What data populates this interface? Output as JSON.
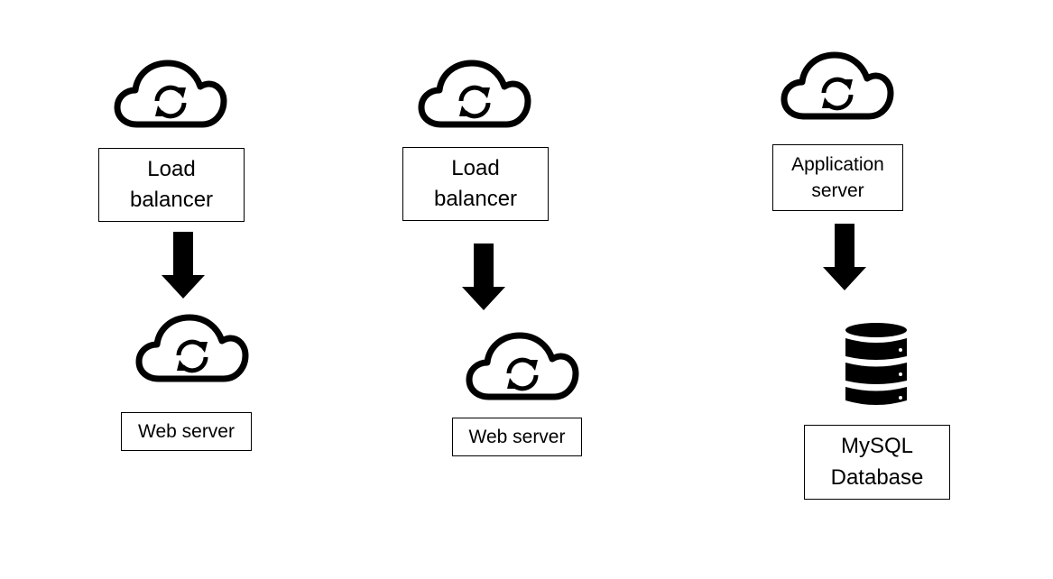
{
  "diagram": {
    "columns": [
      {
        "top_icon": "cloud-sync-icon",
        "top_label_line1": "Load",
        "top_label_line2": "balancer",
        "arrow": "arrow-down-icon",
        "bottom_icon": "cloud-sync-icon",
        "bottom_label": "Web server"
      },
      {
        "top_icon": "cloud-sync-icon",
        "top_label_line1": "Load",
        "top_label_line2": "balancer",
        "arrow": "arrow-down-icon",
        "bottom_icon": "cloud-sync-icon",
        "bottom_label": "Web server"
      },
      {
        "top_icon": "cloud-sync-icon",
        "top_label_line1": "Application",
        "top_label_line2": "server",
        "arrow": "arrow-down-icon",
        "bottom_icon": "database-icon",
        "bottom_label_line1": "MySQL",
        "bottom_label_line2": "Database"
      }
    ]
  },
  "colors": {
    "ink": "#000000",
    "background": "#ffffff"
  }
}
